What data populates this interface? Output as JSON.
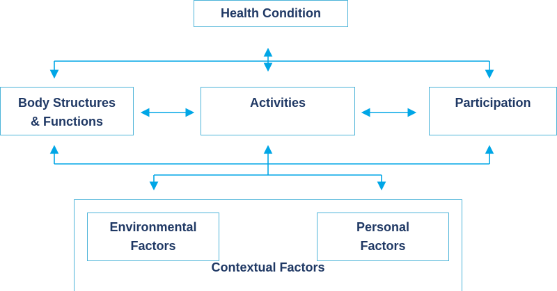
{
  "diagram": {
    "line_color": "#00a6e6",
    "box_border_color": "#4bb3d8",
    "text_color": "#1f3864",
    "nodes": {
      "health_condition": {
        "lines": [
          "Health Condition"
        ]
      },
      "body_structures": {
        "lines": [
          "Body Structures",
          "& Functions"
        ]
      },
      "activities": {
        "lines": [
          "Activities"
        ]
      },
      "participation": {
        "lines": [
          "Participation"
        ]
      },
      "environmental_factors": {
        "lines": [
          "Environmental",
          "Factors"
        ]
      },
      "personal_factors": {
        "lines": [
          "Personal",
          "Factors"
        ]
      },
      "contextual_factors": {
        "lines": [
          "Contextual Factors"
        ]
      }
    }
  }
}
